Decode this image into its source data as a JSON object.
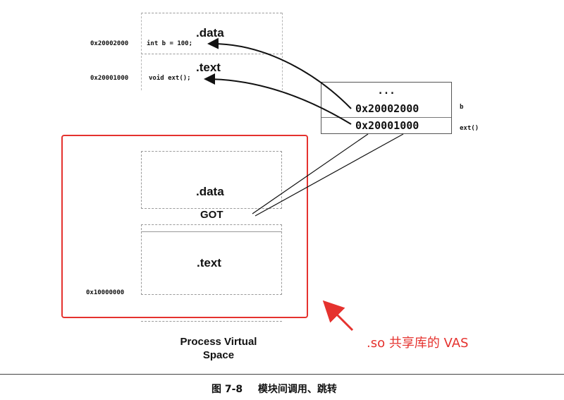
{
  "upper": {
    "data_label": ".data",
    "text_label": ".text",
    "addr_data": "0x20002000",
    "addr_text": "0x20001000",
    "code_data": "int b = 100;",
    "code_text": "void ext();"
  },
  "got_table": {
    "ellipsis": "...",
    "entry1": "0x20002000",
    "entry2": "0x20001000",
    "label1": "b",
    "label2": "ext()"
  },
  "lower": {
    "data_label": ".data",
    "got_label": "GOT",
    "text_label": ".text",
    "base_addr": "0x10000000",
    "space_title_line1": "Process Virtual",
    "space_title_line2": "Space"
  },
  "annotation": {
    "text": ".so 共享库的 VAS",
    "color": "#e5322e"
  },
  "caption": {
    "figure_number": "图 7-8",
    "figure_title": "模块间调用、跳转"
  }
}
